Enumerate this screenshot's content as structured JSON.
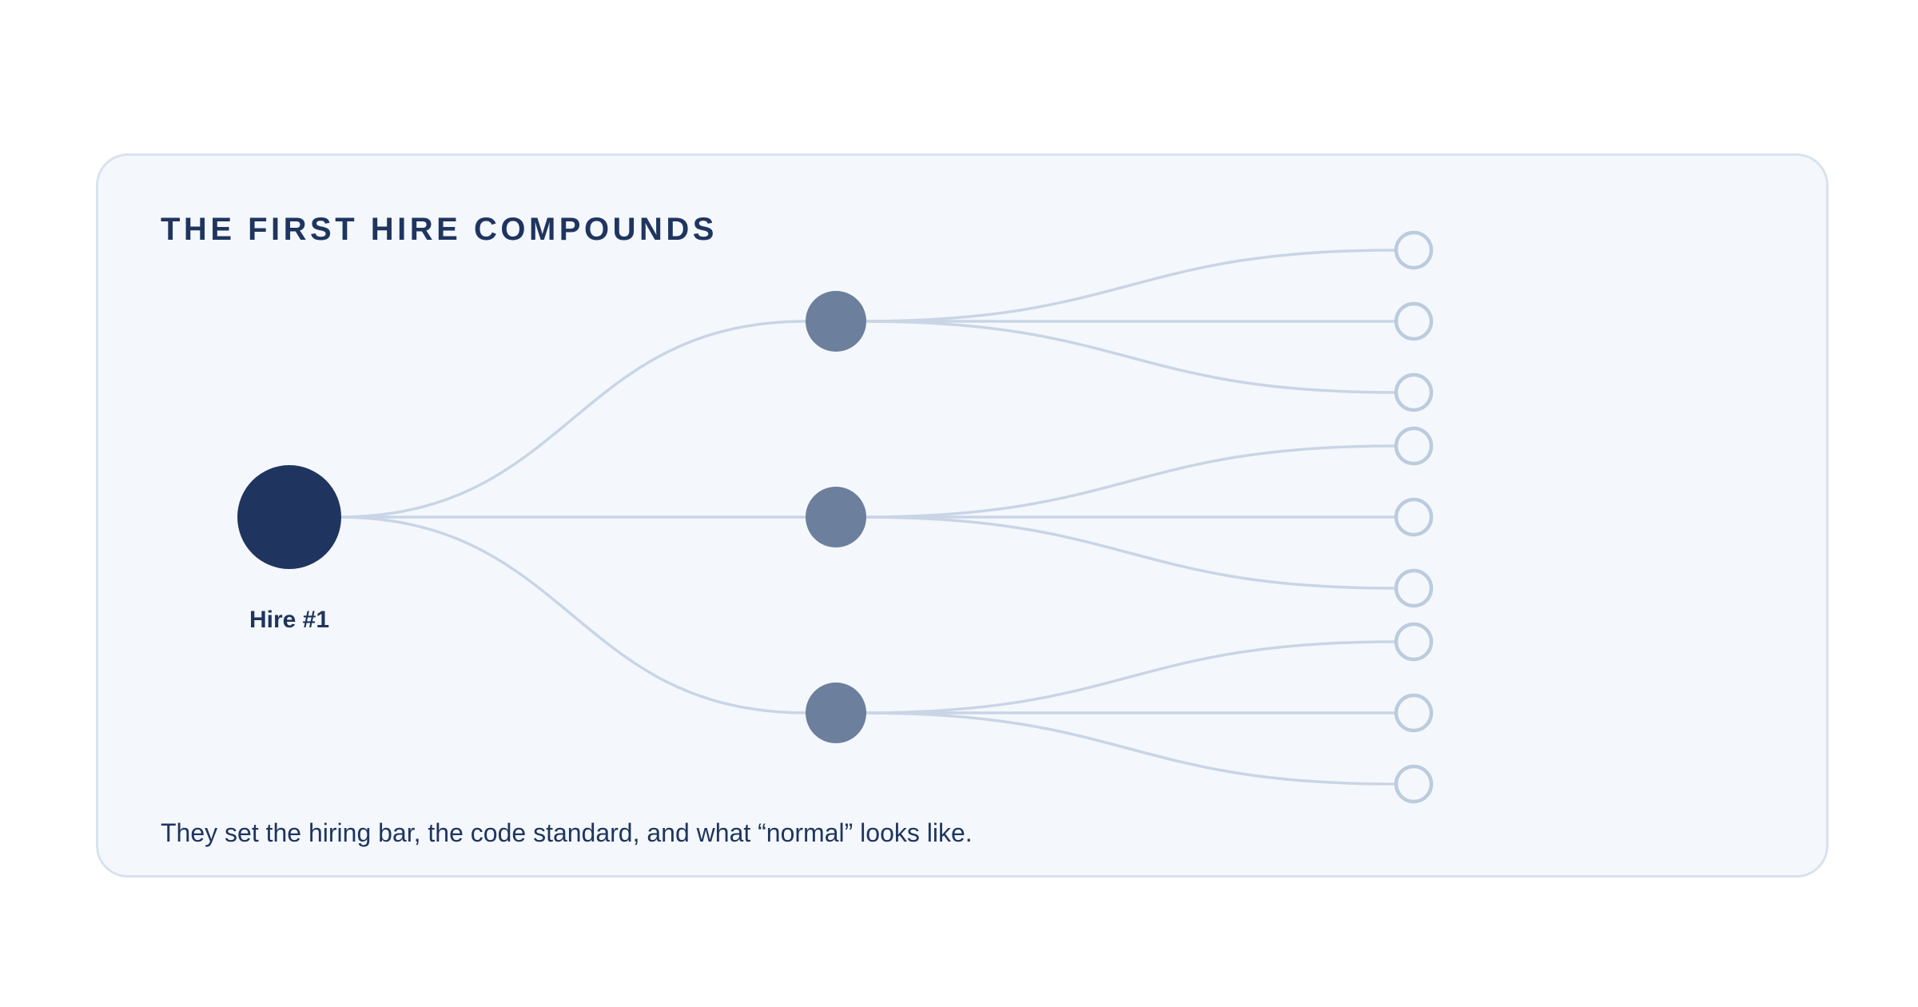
{
  "card": {
    "title": "THE FIRST HIRE COMPOUNDS",
    "caption": "They set the hiring bar, the code standard, and what “normal” looks like."
  },
  "tree": {
    "root": {
      "label": "Hire #1",
      "color": "#1f355f"
    },
    "levels": [
      {
        "nodes": 1,
        "style": "filled-dark",
        "color": "#1f355f"
      },
      {
        "nodes": 3,
        "style": "filled-mid",
        "color": "#6c7f9c"
      },
      {
        "nodes": 9,
        "style": "outlined",
        "color": "#bccbde"
      }
    ],
    "link_color": "#c9d5e6",
    "card_background": "#f4f8fc",
    "card_border": "#d8e2ee"
  }
}
